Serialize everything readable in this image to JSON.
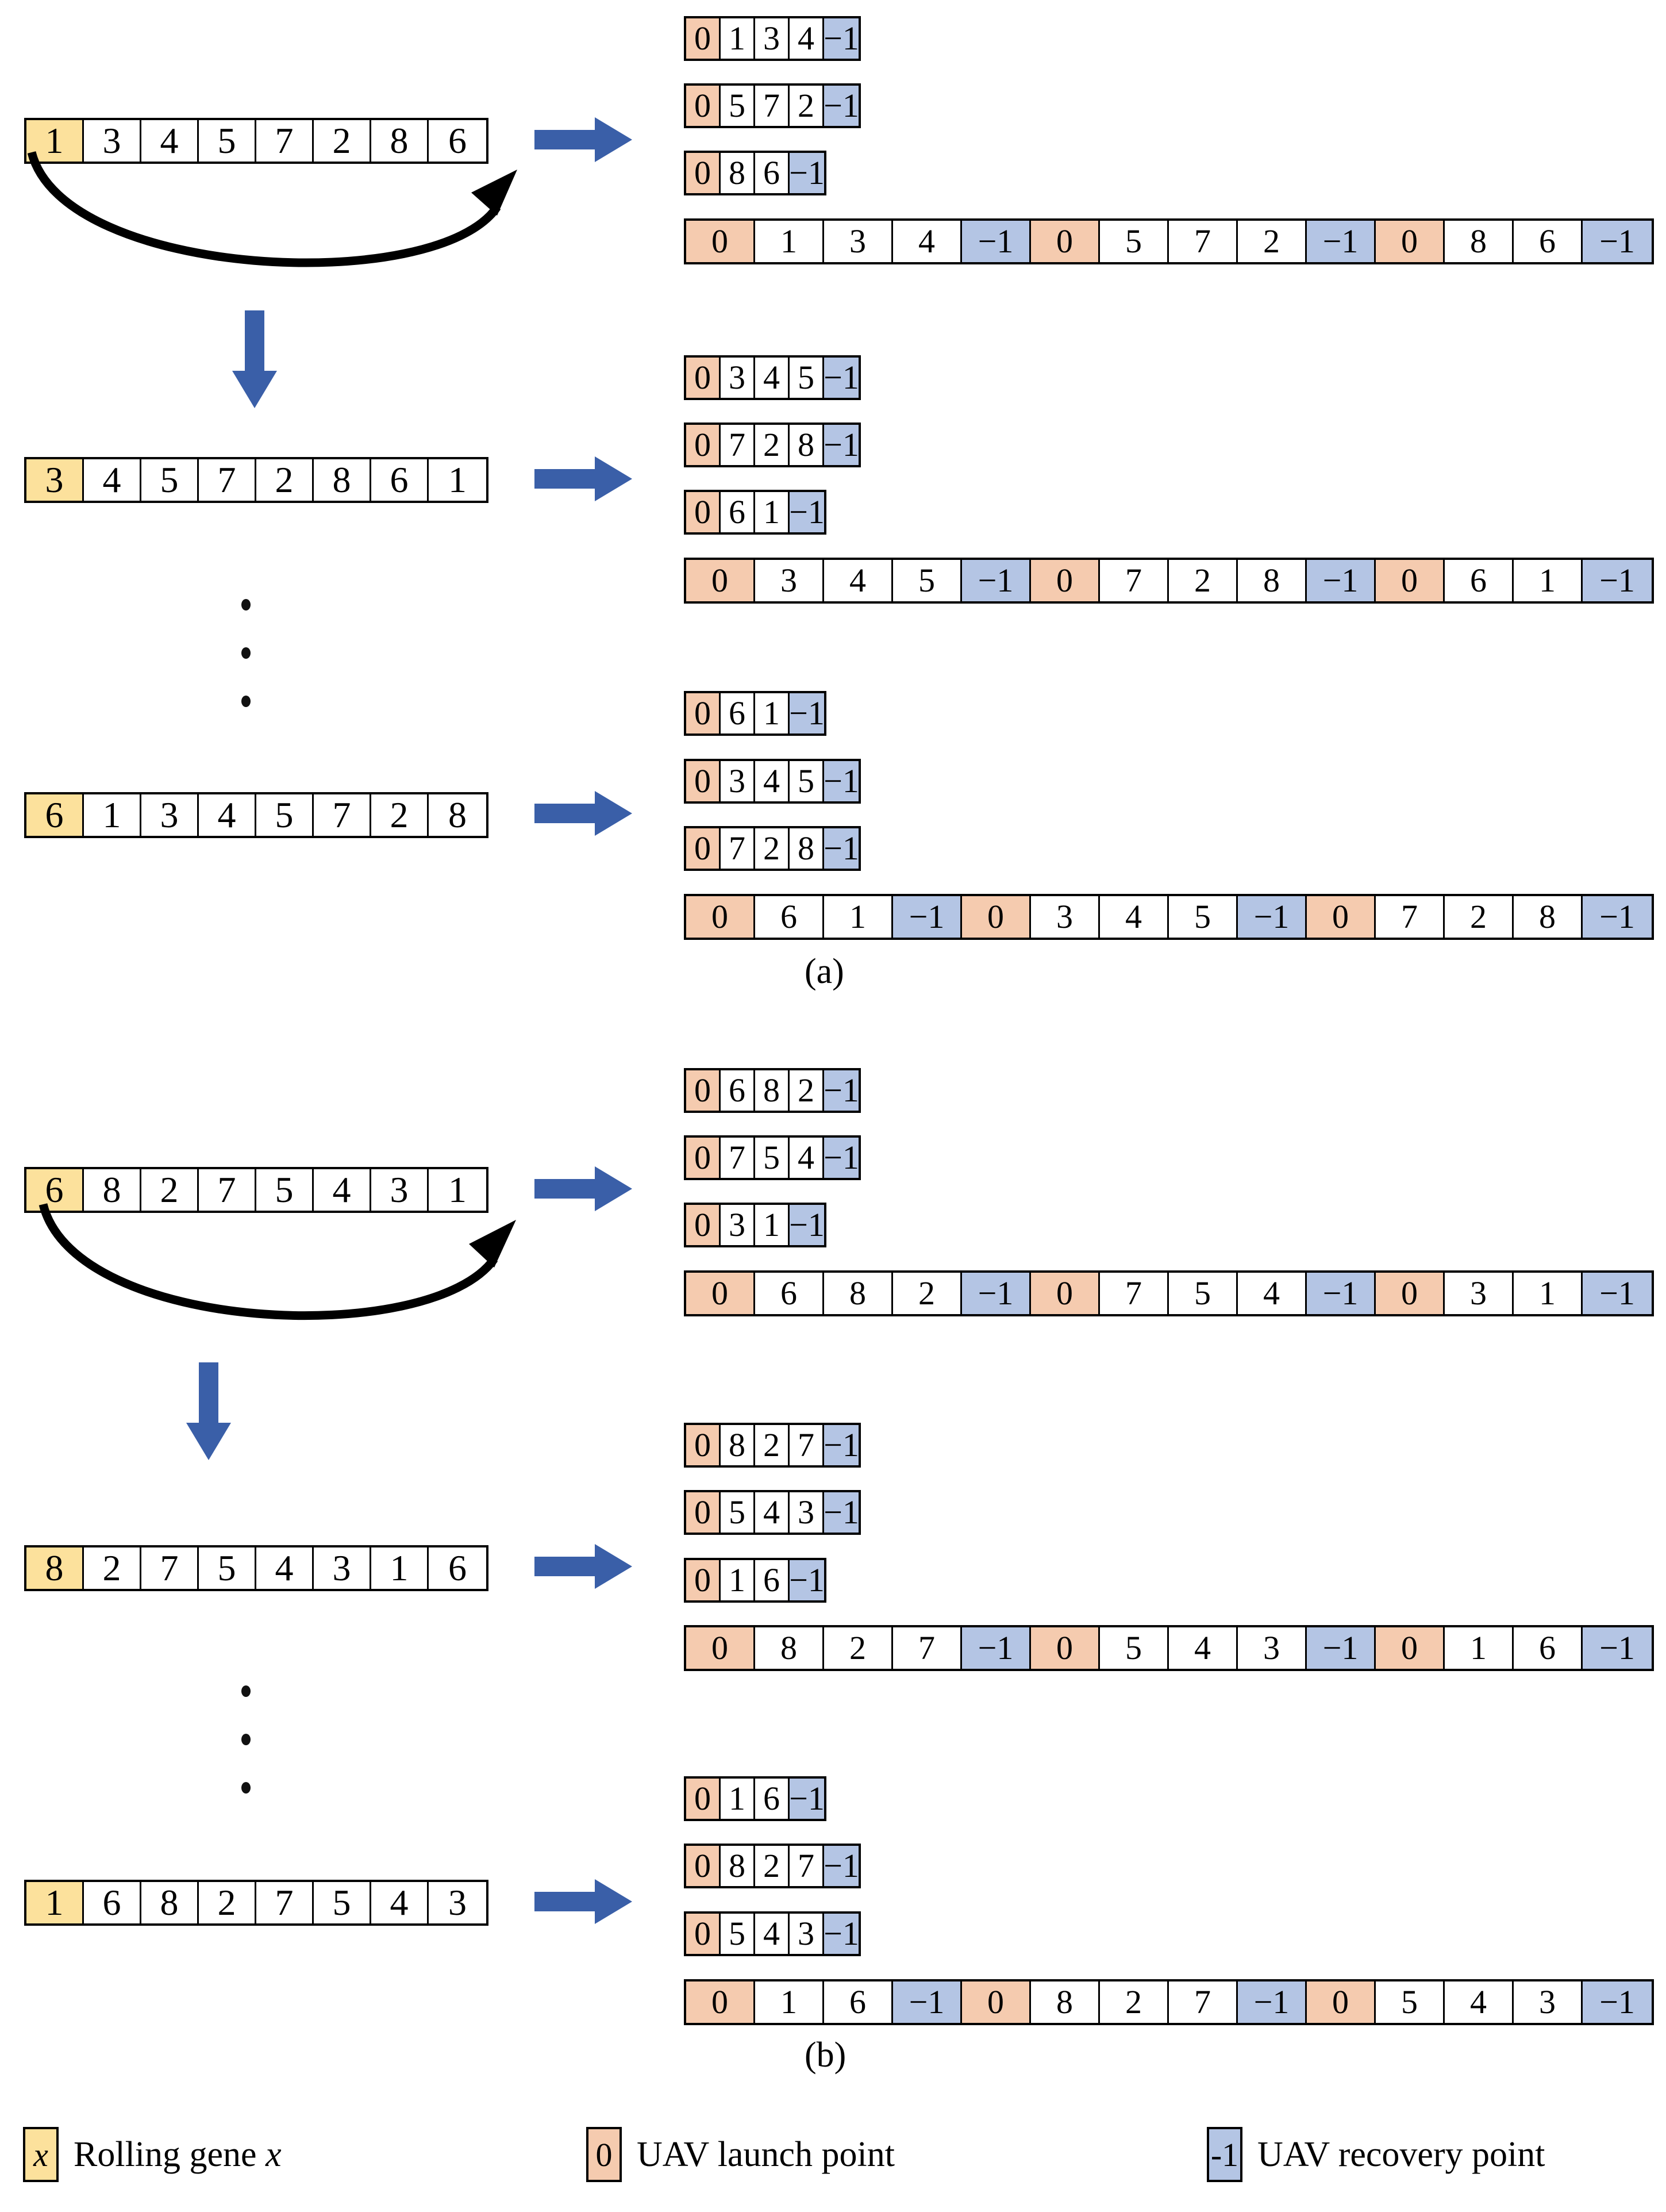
{
  "colors": {
    "rolling_gene": "#FCE19C",
    "launch_point": "#F5CBAF",
    "recovery_point": "#B4C5E4",
    "arrow": "#3A5FA8",
    "border": "#000000"
  },
  "panels": [
    {
      "caption": "(a)",
      "groups": [
        {
          "gene_row": [
            "1",
            "3",
            "4",
            "5",
            "7",
            "2",
            "8",
            "6"
          ],
          "sub_routes": [
            [
              "0",
              "1",
              "3",
              "4",
              "-1"
            ],
            [
              "0",
              "5",
              "7",
              "2",
              "-1"
            ],
            [
              "0",
              "8",
              "6",
              "-1"
            ]
          ],
          "combined": [
            "0",
            "1",
            "3",
            "4",
            "-1",
            "0",
            "5",
            "7",
            "2",
            "-1",
            "0",
            "8",
            "6",
            "-1"
          ]
        },
        {
          "gene_row": [
            "3",
            "4",
            "5",
            "7",
            "2",
            "8",
            "6",
            "1"
          ],
          "sub_routes": [
            [
              "0",
              "3",
              "4",
              "5",
              "-1"
            ],
            [
              "0",
              "7",
              "2",
              "8",
              "-1"
            ],
            [
              "0",
              "6",
              "1",
              "-1"
            ]
          ],
          "combined": [
            "0",
            "3",
            "4",
            "5",
            "-1",
            "0",
            "7",
            "2",
            "8",
            "-1",
            "0",
            "6",
            "1",
            "-1"
          ]
        },
        {
          "gene_row": [
            "6",
            "1",
            "3",
            "4",
            "5",
            "7",
            "2",
            "8"
          ],
          "sub_routes": [
            [
              "0",
              "6",
              "1",
              "-1"
            ],
            [
              "0",
              "3",
              "4",
              "5",
              "-1"
            ],
            [
              "0",
              "7",
              "2",
              "8",
              "-1"
            ]
          ],
          "combined": [
            "0",
            "6",
            "1",
            "-1",
            "0",
            "3",
            "4",
            "5",
            "-1",
            "0",
            "7",
            "2",
            "8",
            "-1"
          ]
        }
      ]
    },
    {
      "caption": "(b)",
      "groups": [
        {
          "gene_row": [
            "6",
            "8",
            "2",
            "7",
            "5",
            "4",
            "3",
            "1"
          ],
          "sub_routes": [
            [
              "0",
              "6",
              "8",
              "2",
              "-1"
            ],
            [
              "0",
              "7",
              "5",
              "4",
              "-1"
            ],
            [
              "0",
              "3",
              "1",
              "-1"
            ]
          ],
          "combined": [
            "0",
            "6",
            "8",
            "2",
            "-1",
            "0",
            "7",
            "5",
            "4",
            "-1",
            "0",
            "3",
            "1",
            "-1"
          ]
        },
        {
          "gene_row": [
            "8",
            "2",
            "7",
            "5",
            "4",
            "3",
            "1",
            "6"
          ],
          "sub_routes": [
            [
              "0",
              "8",
              "2",
              "7",
              "-1"
            ],
            [
              "0",
              "5",
              "4",
              "3",
              "-1"
            ],
            [
              "0",
              "1",
              "6",
              "-1"
            ]
          ],
          "combined": [
            "0",
            "8",
            "2",
            "7",
            "-1",
            "0",
            "5",
            "4",
            "3",
            "-1",
            "0",
            "1",
            "6",
            "-1"
          ]
        },
        {
          "gene_row": [
            "1",
            "6",
            "8",
            "2",
            "7",
            "5",
            "4",
            "3"
          ],
          "sub_routes": [
            [
              "0",
              "1",
              "6",
              "-1"
            ],
            [
              "0",
              "8",
              "2",
              "7",
              "-1"
            ],
            [
              "0",
              "5",
              "4",
              "3",
              "-1"
            ]
          ],
          "combined": [
            "0",
            "1",
            "6",
            "-1",
            "0",
            "8",
            "2",
            "7",
            "-1",
            "0",
            "5",
            "4",
            "3",
            "-1"
          ]
        }
      ]
    }
  ],
  "legend": [
    {
      "symbol": "x",
      "style": "yellow",
      "italic": true,
      "label": "Rolling gene ",
      "label_italic_tail": "x"
    },
    {
      "symbol": "0",
      "style": "orange",
      "italic": false,
      "label": "UAV launch point",
      "label_italic_tail": ""
    },
    {
      "symbol": "-1",
      "style": "blue",
      "italic": false,
      "label": "UAV recovery point",
      "label_italic_tail": ""
    }
  ]
}
